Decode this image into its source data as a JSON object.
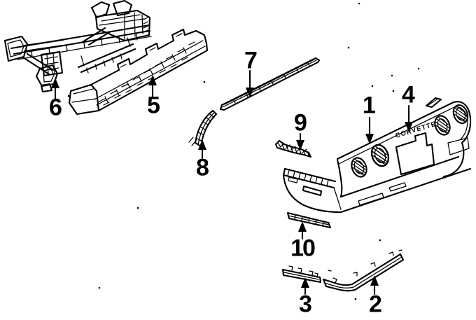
{
  "diagram": {
    "background_color": "#ffffff",
    "line_color": "#000000",
    "fascia_text": "CORVETTE",
    "callouts": [
      {
        "label": "1"
      },
      {
        "label": "2"
      },
      {
        "label": "3"
      },
      {
        "label": "4"
      },
      {
        "label": "5"
      },
      {
        "label": "6"
      },
      {
        "label": "7"
      },
      {
        "label": "8"
      },
      {
        "label": "9"
      },
      {
        "label": "10"
      }
    ]
  }
}
